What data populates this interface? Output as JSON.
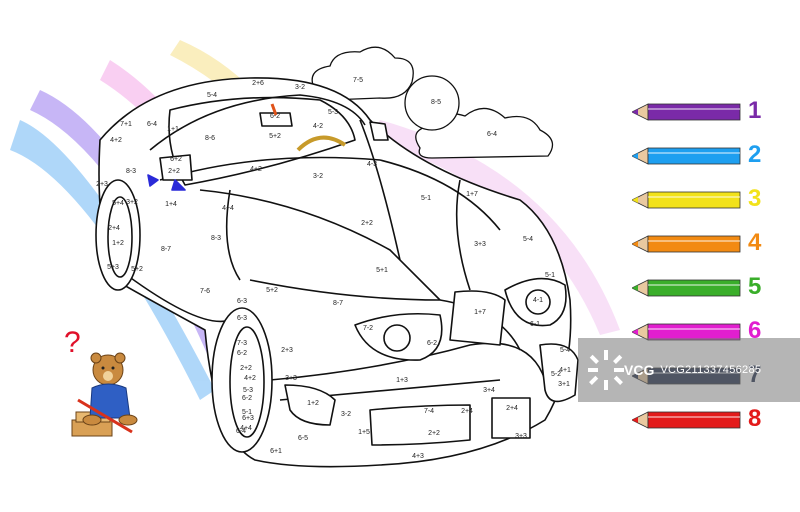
{
  "legend": [
    {
      "number": "1",
      "color": "#7a2aa8"
    },
    {
      "number": "2",
      "color": "#1e9ff0"
    },
    {
      "number": "3",
      "color": "#f2e21a"
    },
    {
      "number": "4",
      "color": "#f28a12"
    },
    {
      "number": "5",
      "color": "#3aae2a"
    },
    {
      "number": "6",
      "color": "#e11ecf"
    },
    {
      "number": "7",
      "color": "#1d2b4a"
    },
    {
      "number": "8",
      "color": "#e31b1b"
    }
  ],
  "question_mark": "?",
  "watermark": {
    "logo": "VCG",
    "id": "VCG211337456285"
  },
  "equations": [
    "7-5",
    "8-5",
    "6-4",
    "2+6",
    "3-2",
    "5-4",
    "5-3",
    "6-2",
    "5+2",
    "4-2",
    "1+1",
    "8-6",
    "7+1",
    "6-4",
    "4+2",
    "6+2",
    "2+2",
    "4+2",
    "3-2",
    "4-3",
    "1+7",
    "8-3",
    "1+4",
    "4+4",
    "5-1",
    "2+2",
    "3+3",
    "5-4",
    "8-7",
    "2+4",
    "5+3",
    "8-3",
    "5+1",
    "5-1",
    "4-1",
    "1+2",
    "5+2",
    "7-6",
    "5+2",
    "8-7",
    "6-3",
    "7-2",
    "1+7",
    "6-2",
    "6-1",
    "6-3",
    "6-2",
    "2+3",
    "7-3",
    "3+3",
    "1+3",
    "3+4",
    "5-4",
    "2+4",
    "4+1",
    "6-2",
    "5-2",
    "1+2",
    "3-2",
    "7-4",
    "2+4",
    "3+3",
    "5-1",
    "1+5",
    "2+2",
    "6-5",
    "6-4",
    "6+1",
    "4+3",
    "3+1",
    "2+3",
    "5+4",
    "3+2",
    "4+2",
    "5-3",
    "6+3",
    "2+2",
    "4+4"
  ]
}
